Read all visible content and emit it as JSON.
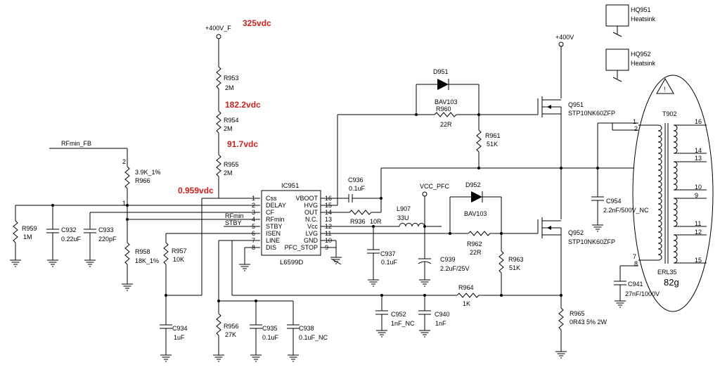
{
  "annotations": {
    "v1": "325vdc",
    "v2": "182.2vdc",
    "v3": "91.7vdc",
    "v4": "0.959vdc"
  },
  "nets": {
    "rail_f": "+400V_F",
    "rail": "+400V",
    "vcc_pfc": "VCC_PFC",
    "rfmin_fb": "RFmin_FB",
    "rfmin": "RFmin",
    "stby": "STBY"
  },
  "ic": {
    "ref": "IC951",
    "part": "L6599D",
    "left_pins": [
      {
        "num": "1",
        "name": "Css"
      },
      {
        "num": "2",
        "name": "DELAY"
      },
      {
        "num": "3",
        "name": "CF"
      },
      {
        "num": "4",
        "name": "RFmin"
      },
      {
        "num": "5",
        "name": "STBY"
      },
      {
        "num": "6",
        "name": "ISEN"
      },
      {
        "num": "7",
        "name": "LINE"
      },
      {
        "num": "8",
        "name": "DIS"
      }
    ],
    "right_pins": [
      {
        "num": "16",
        "name": "VBOOT"
      },
      {
        "num": "15",
        "name": "HVG"
      },
      {
        "num": "14",
        "name": "OUT"
      },
      {
        "num": "13",
        "name": "N.C."
      },
      {
        "num": "12",
        "name": "Vcc"
      },
      {
        "num": "11",
        "name": "LVG"
      },
      {
        "num": "10",
        "name": "GND"
      },
      {
        "num": "9",
        "name": "PFC_STOP"
      }
    ]
  },
  "resistors": {
    "r953": {
      "ref": "R953",
      "val": "2M"
    },
    "r954": {
      "ref": "R954",
      "val": "2M"
    },
    "r955": {
      "ref": "R955",
      "val": "2M"
    },
    "r966": {
      "ref": "R966",
      "val": "3.9K_1%"
    },
    "r958": {
      "ref": "R958",
      "val": "18K_1%"
    },
    "r957": {
      "ref": "R957",
      "val": "10K"
    },
    "r959": {
      "ref": "R959",
      "val": "1M"
    },
    "r956": {
      "ref": "R956",
      "val": "27K"
    },
    "r936": {
      "ref": "R936",
      "val": "10R"
    },
    "r960": {
      "ref": "R960",
      "val": "22R"
    },
    "r961": {
      "ref": "R961",
      "val": "51K"
    },
    "r962": {
      "ref": "R962",
      "val": "22R"
    },
    "r963": {
      "ref": "R963",
      "val": "51K"
    },
    "r964": {
      "ref": "R964",
      "val": "1K"
    },
    "r965": {
      "ref": "R965",
      "val": "0R43 5% 2W"
    }
  },
  "capacitors": {
    "c932": {
      "ref": "C932",
      "val": "0.22uF"
    },
    "c933": {
      "ref": "C933",
      "val": "220pF"
    },
    "c934": {
      "ref": "C934",
      "val": "1uF"
    },
    "c935": {
      "ref": "C935",
      "val": "0.1uF"
    },
    "c938": {
      "ref": "C938",
      "val": "0.1uF_NC"
    },
    "c936": {
      "ref": "C936",
      "val": "0.1uF"
    },
    "c937": {
      "ref": "C937",
      "val": "0.1uF"
    },
    "c939": {
      "ref": "C939",
      "val": "2.2uF/25V"
    },
    "c952": {
      "ref": "C952",
      "val": "1nF_NC"
    },
    "c940": {
      "ref": "C940",
      "val": "1nF"
    },
    "c954": {
      "ref": "C954",
      "val": "2.2nF/500V_NC"
    },
    "c941": {
      "ref": "C941",
      "val": "27nF/1000V"
    }
  },
  "inductor": {
    "ref": "L907",
    "val": "33U"
  },
  "diodes": {
    "d951": {
      "ref": "D951",
      "part": "BAV103"
    },
    "d952": {
      "ref": "D952",
      "part": "BAV103"
    }
  },
  "mosfets": {
    "q951": {
      "ref": "Q951",
      "part": "STP10NK60ZFP"
    },
    "q952": {
      "ref": "Q952",
      "part": "STP10NK60ZFP"
    }
  },
  "heatsinks": [
    {
      "ref": "HQ951",
      "label": "Heatsink"
    },
    {
      "ref": "HQ952",
      "label": "Heatsink"
    }
  ],
  "transformer": {
    "ref": "T902",
    "core": "ERL35",
    "weight": "82g",
    "warning": "!",
    "primary_pins": [
      "1",
      "2",
      "7",
      "8"
    ],
    "secondary_pins": [
      "16",
      "14",
      "13",
      "10",
      "9",
      "11",
      "12",
      "15"
    ]
  },
  "ic_pin_spare": "2",
  "rfmin_junction_pin": "1"
}
